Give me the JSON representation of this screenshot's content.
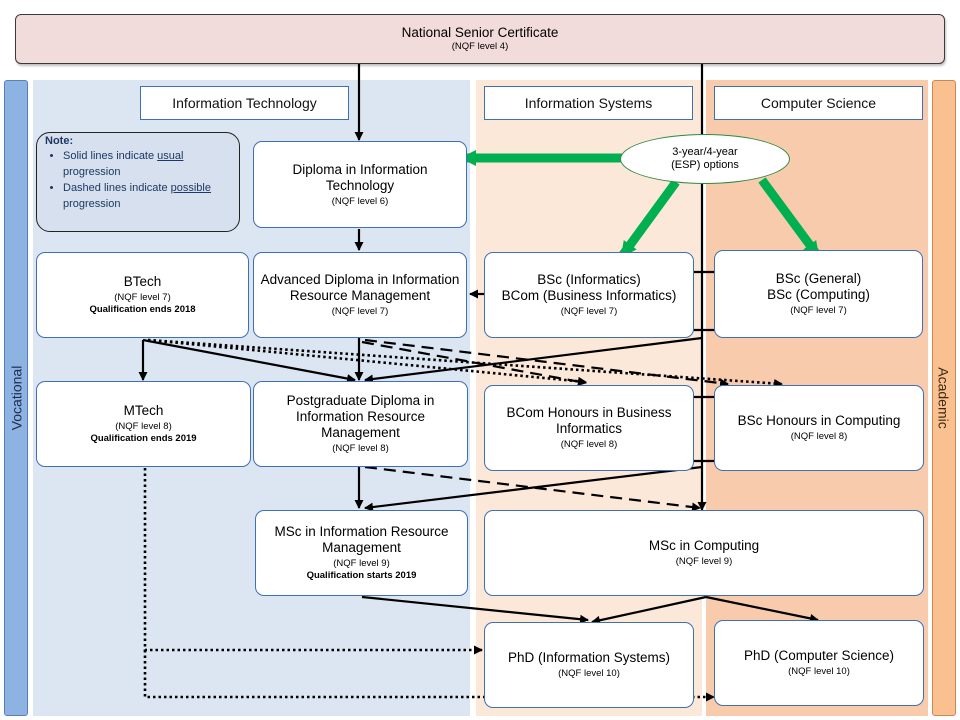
{
  "top": {
    "title": "National Senior Certificate",
    "level": "(NQF level 4)"
  },
  "side_labels": {
    "left": "Vocational",
    "right": "Academic"
  },
  "headers": {
    "it": "Information Technology",
    "is": "Information Systems",
    "cs": "Computer Science"
  },
  "note": {
    "title": "Note:",
    "line1_pre": "Solid lines indicate ",
    "line1_u": "usual",
    "line1_post": " progression",
    "line2_pre": "Dashed lines indicate ",
    "line2_u": "possible",
    "line2_post": " progression"
  },
  "oval": {
    "line1": "3-year/4-year",
    "line2": "(ESP) options"
  },
  "boxes": {
    "dip_it": {
      "title": "Diploma in Information Technology",
      "level": "(NQF level 6)"
    },
    "btech": {
      "title": "BTech",
      "level": "(NQF level 7)",
      "bold": "Qualification ends 2018"
    },
    "adv_dip": {
      "title": "Advanced Diploma in Information Resource Management",
      "level": "(NQF level 7)"
    },
    "bsc_inf": {
      "title1": "BSc (Informatics)",
      "title2": "BCom (Business Informatics)",
      "level": "(NQF level 7)"
    },
    "bsc_gen": {
      "title1": "BSc (General)",
      "title2": "BSc (Computing)",
      "level": "(NQF level 7)"
    },
    "mtech": {
      "title": "MTech",
      "level": "(NQF level 8)",
      "bold": "Qualification ends 2019"
    },
    "pgdip": {
      "title": "Postgraduate Diploma in Information Resource Management",
      "level": "(NQF level 8)"
    },
    "bcom_hons": {
      "title": "BCom Honours in Business Informatics",
      "level": "(NQF level 8)"
    },
    "bsc_hons": {
      "title": "BSc Honours in Computing",
      "level": "(NQF level 8)"
    },
    "msc_irm": {
      "title": "MSc in Information Resource Management",
      "level": "(NQF level 9)",
      "bold": "Qualification starts 2019"
    },
    "msc_comp": {
      "title": "MSc in Computing",
      "level": "(NQF level 9)"
    },
    "phd_is": {
      "title": "PhD (Information Systems)",
      "level": "(NQF level 10)"
    },
    "phd_cs": {
      "title": "PhD (Computer Science)",
      "level": "(NQF level 10)"
    }
  },
  "colors": {
    "it_band": "#dce6f2",
    "is_band": "#fce8d8",
    "cs_band": "#f8cbad",
    "vocational": "#8db3e2",
    "academic": "#fac090",
    "green_arrow": "#00b050"
  }
}
